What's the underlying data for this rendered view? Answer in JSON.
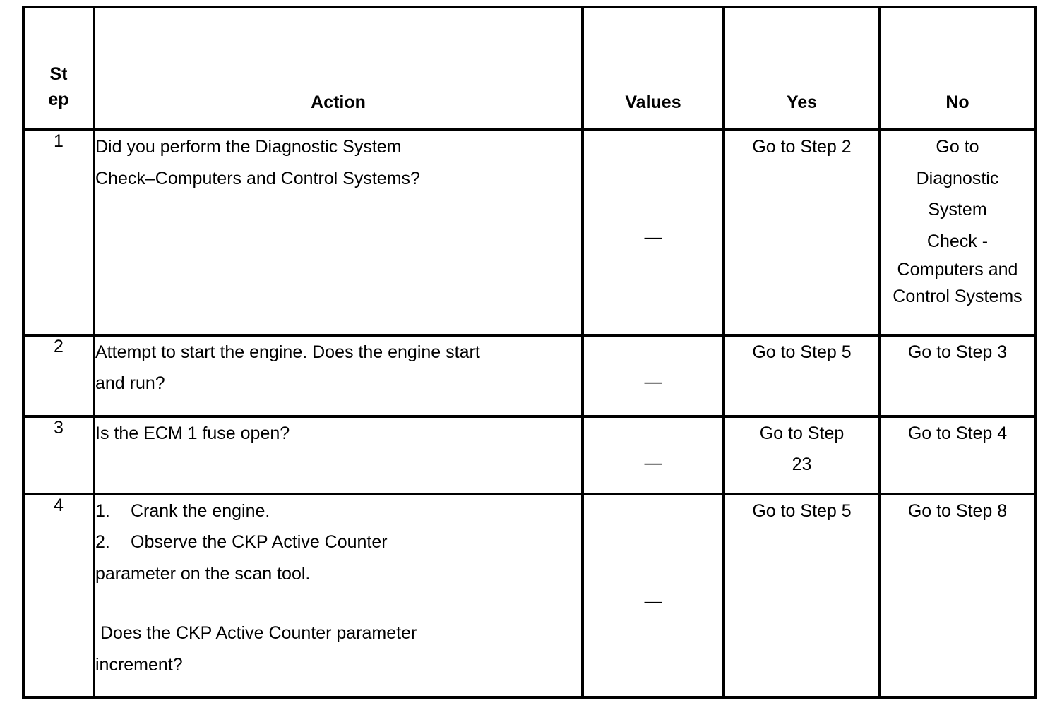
{
  "document": {
    "type": "diagnostic-procedure-table"
  },
  "table": {
    "headers": {
      "step_line1": "St",
      "step_line2": "ep",
      "action": "Action",
      "values": "Values",
      "yes": "Yes",
      "no": "No"
    },
    "rows": [
      {
        "step": "1",
        "action_lines": [
          "Did you perform the Diagnostic System",
          "Check–Computers and Control Systems?"
        ],
        "values": "—",
        "yes": "Go to Step 2",
        "no_lines": [
          "Go to",
          "Diagnostic",
          "System",
          "Check -",
          "Computers and",
          "Control Systems"
        ]
      },
      {
        "step": "2",
        "action_lines": [
          "Attempt to start the engine. Does the engine start",
          "and run?"
        ],
        "values": "—",
        "yes": "Go to Step 5",
        "no": "Go to Step 3"
      },
      {
        "step": "3",
        "action_lines": [
          "Is the ECM 1 fuse open?"
        ],
        "values": "—",
        "yes_lines": [
          "Go to Step",
          "23"
        ],
        "no": "Go to Step 4"
      },
      {
        "step": "4",
        "list_items": [
          {
            "num": "1.",
            "text": "Crank the engine."
          },
          {
            "num": "2.",
            "text": "Observe the CKP Active Counter"
          }
        ],
        "action_cont": "parameter on the scan tool.",
        "question_lines": [
          " Does the CKP Active Counter parameter",
          "increment?"
        ],
        "values": "—",
        "yes": "Go to Step 5",
        "no": "Go to Step 8"
      }
    ]
  }
}
